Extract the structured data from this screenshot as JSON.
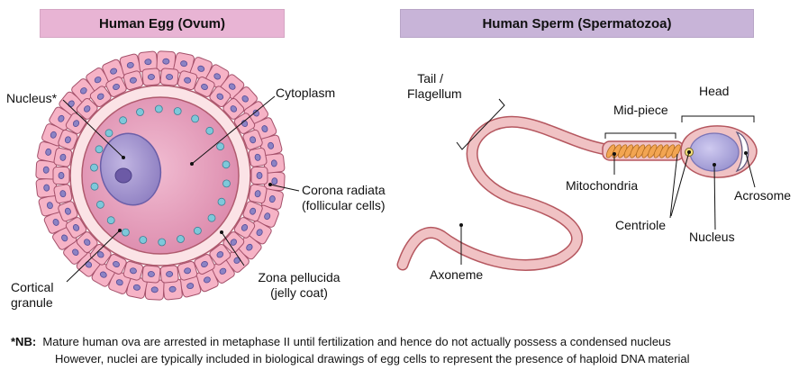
{
  "headers": {
    "egg": "Human Egg (Ovum)",
    "sperm": "Human Sperm (Spermatozoa)"
  },
  "egg_labels": {
    "nucleus": "Nucleus*",
    "cytoplasm": "Cytoplasm",
    "corona_radiata_1": "Corona radiata",
    "corona_radiata_2": "(follicular cells)",
    "zona_pellucida_1": "Zona pellucida",
    "zona_pellucida_2": "(jelly coat)",
    "cortical_granule_1": "Cortical",
    "cortical_granule_2": "granule"
  },
  "sperm_labels": {
    "tail_1": "Tail /",
    "tail_2": "Flagellum",
    "mid_piece": "Mid-piece",
    "head": "Head",
    "mitochondria": "Mitochondria",
    "centriole": "Centriole",
    "nucleus": "Nucleus",
    "acrosome": "Acrosome",
    "axoneme": "Axoneme"
  },
  "footnote": {
    "marker": "*NB:",
    "line1": "Mature human ova are arrested in metaphase II until fertilization and hence do not actually possess a condensed nucleus",
    "line2": "However, nuclei are typically included in biological drawings of egg cells to represent the presence of haploid DNA material"
  },
  "colors": {
    "egg_header_bg": "#e8b4d4",
    "sperm_header_bg": "#c8b4d8",
    "corona_cell": "#f6b3c6",
    "corona_nucleus": "#8c83c4",
    "zona_pellucida": "#fbe3e6",
    "cytoplasm": "#e39ab6",
    "egg_nucleus": "#a79ad0",
    "cortical_granule": "#7ec8da",
    "sperm_body": "#f0c2c4",
    "sperm_outline": "#b5575f",
    "mitochondria": "#f2a552",
    "sperm_nucleus": "#b3aee0",
    "centriole": "#f7e27a"
  }
}
